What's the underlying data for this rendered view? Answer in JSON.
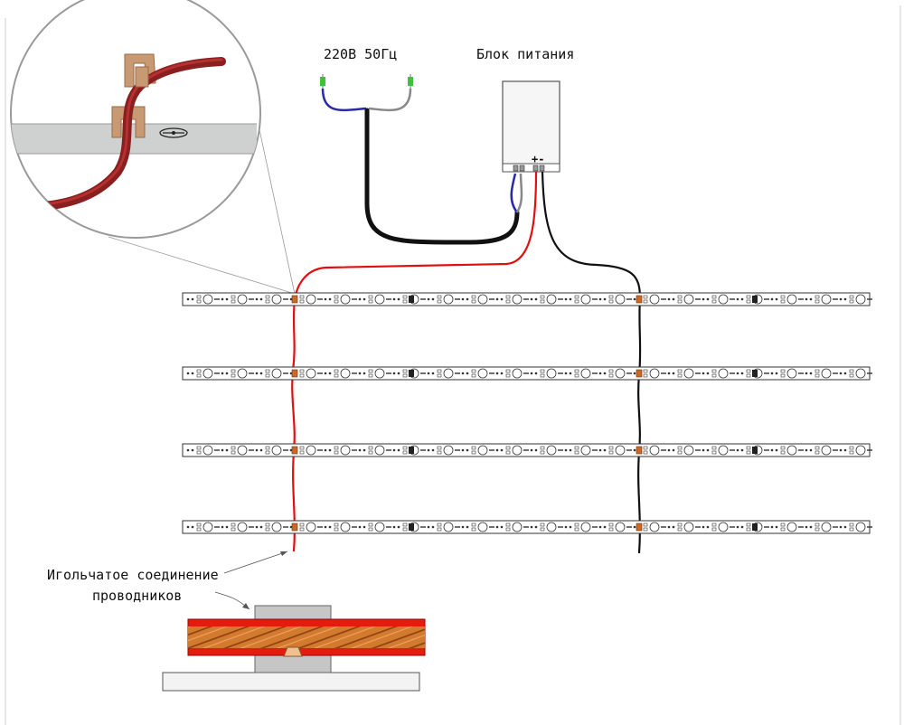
{
  "labels": {
    "mains": "220В 50Гц",
    "psu": "Блок питания",
    "psu_terminals": "+-",
    "connection_line1": "Игольчатое соединение",
    "connection_line2": "проводников"
  },
  "strips": {
    "count": 4
  },
  "colors": {
    "red_wire": "#e01010",
    "black_wire": "#111111",
    "blue_wire": "#2a2aa8",
    "grey_wire": "#808080",
    "copper": "#c96a2a",
    "connector": "#c89a74",
    "psu_body": "#f6f6f6",
    "strip_border": "#333333"
  }
}
